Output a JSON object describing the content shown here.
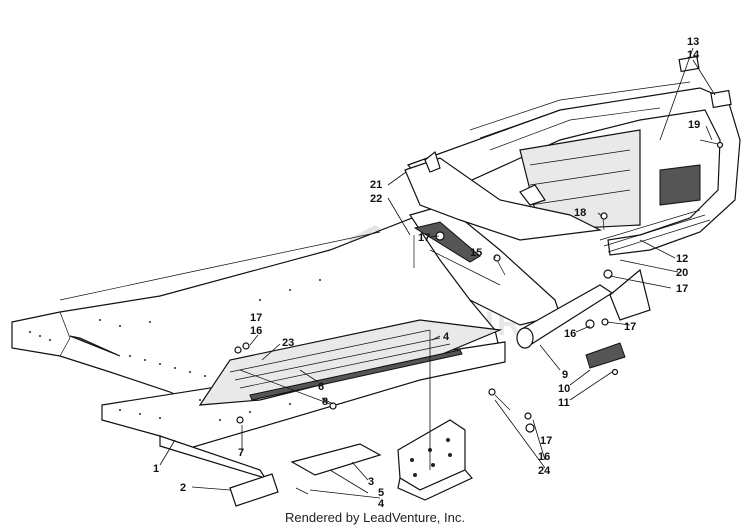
{
  "watermark": {
    "text": "LEADVENTURE"
  },
  "footer": {
    "credit": "Rendered by LeadVenture, Inc."
  },
  "callouts": {
    "c1": "1",
    "c2": "2",
    "c3": "3",
    "c4a": "4",
    "c4b": "4",
    "c5": "5",
    "c6": "6",
    "c7": "7",
    "c8": "8",
    "c9": "9",
    "c10": "10",
    "c11": "11",
    "c12": "12",
    "c13": "13",
    "c14": "14",
    "c15": "15",
    "c16a": "16",
    "c16b": "16",
    "c16c": "16",
    "c17a": "17",
    "c17b": "17",
    "c17c": "17",
    "c17d": "17",
    "c17e": "17",
    "c18": "18",
    "c19": "19",
    "c20": "20",
    "c21": "21",
    "c22": "22",
    "c23": "23",
    "c24": "24"
  }
}
